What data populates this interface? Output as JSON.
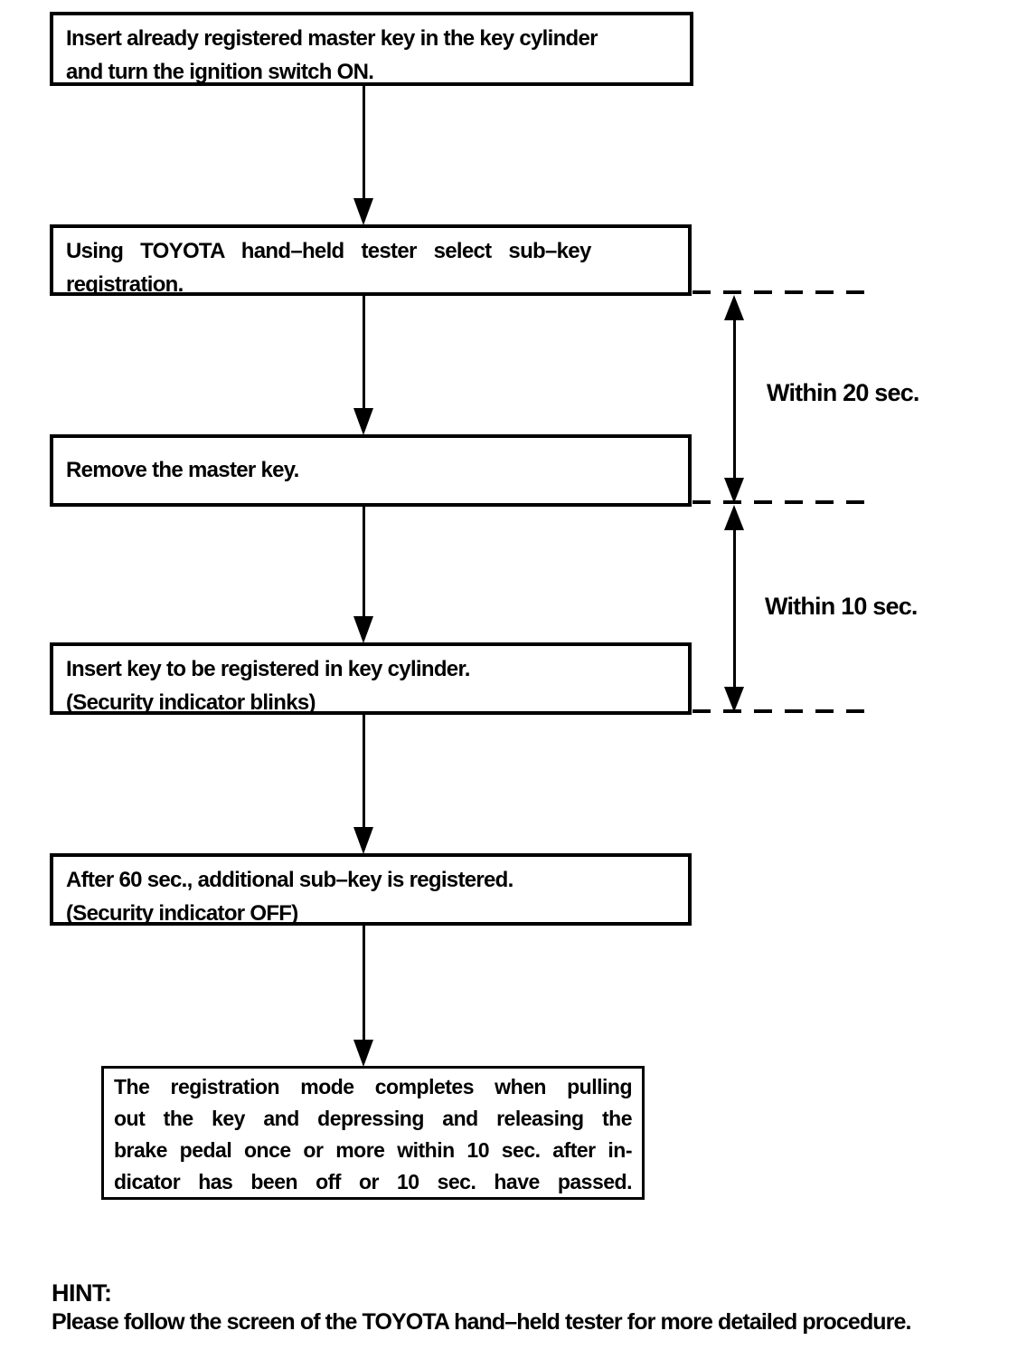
{
  "page": {
    "ink": "#000000",
    "paper": "#ffffff"
  },
  "flow": {
    "boxes": [
      {
        "id": "step-1",
        "lines": [
          "Insert already registered master key in the key cylinder",
          "and turn the ignition switch ON."
        ]
      },
      {
        "id": "step-2",
        "lines": [
          "Using TOYOTA hand–held tester select sub–key",
          "registration."
        ]
      },
      {
        "id": "step-3",
        "lines": [
          "Remove the master key."
        ]
      },
      {
        "id": "step-4",
        "lines": [
          "Insert key to be registered in key cylinder.",
          "(Security indicator blinks)"
        ]
      },
      {
        "id": "step-5",
        "lines": [
          "After 60 sec., additional sub–key is registered.",
          "(Security indicator OFF)"
        ]
      },
      {
        "id": "step-6",
        "lines": [
          "The registration mode completes when pulling",
          "out the key and depressing and releasing the",
          "brake pedal once or more within 10 sec. after in-",
          "dicator has been off or 10 sec. have passed."
        ]
      }
    ],
    "timing_labels": [
      {
        "text": "Within 20 sec."
      },
      {
        "text": "Within 10 sec."
      }
    ]
  },
  "hint": {
    "title": "HINT:",
    "body": "Please follow the screen of the TOYOTA hand–held tester for more detailed procedure."
  }
}
